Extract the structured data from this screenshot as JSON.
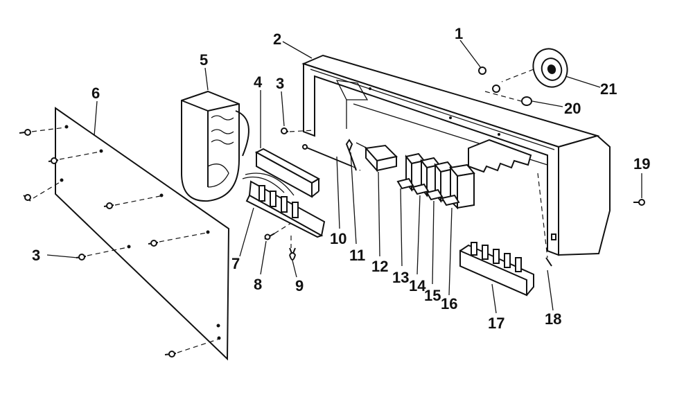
{
  "callouts": [
    {
      "id": "1",
      "label": "1"
    },
    {
      "id": "2",
      "label": "2"
    },
    {
      "id": "3a",
      "label": "3"
    },
    {
      "id": "3b",
      "label": "3"
    },
    {
      "id": "4",
      "label": "4"
    },
    {
      "id": "5",
      "label": "5"
    },
    {
      "id": "6",
      "label": "6"
    },
    {
      "id": "7",
      "label": "7"
    },
    {
      "id": "8",
      "label": "8"
    },
    {
      "id": "9",
      "label": "9"
    },
    {
      "id": "10",
      "label": "10"
    },
    {
      "id": "11",
      "label": "11"
    },
    {
      "id": "12",
      "label": "12"
    },
    {
      "id": "13",
      "label": "13"
    },
    {
      "id": "14",
      "label": "14"
    },
    {
      "id": "15",
      "label": "15"
    },
    {
      "id": "16",
      "label": "16"
    },
    {
      "id": "17",
      "label": "17"
    },
    {
      "id": "18",
      "label": "18"
    },
    {
      "id": "19",
      "label": "19"
    },
    {
      "id": "20",
      "label": "20"
    },
    {
      "id": "21",
      "label": "21"
    }
  ]
}
